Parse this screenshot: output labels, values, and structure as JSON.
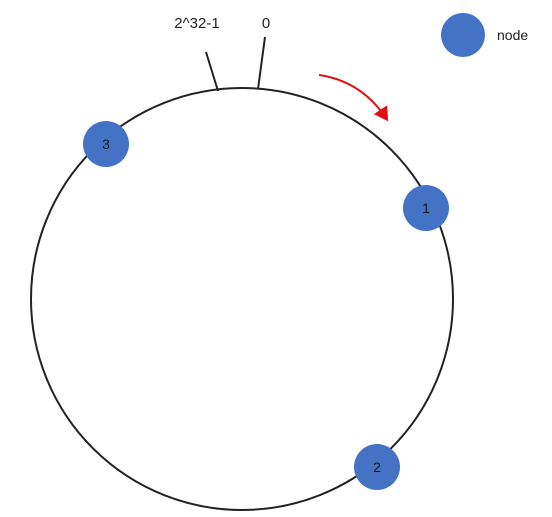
{
  "ring": {
    "max_label": "2^32-1",
    "zero_label": "0"
  },
  "legend": {
    "label": "node",
    "color": "#4472C4"
  },
  "nodes": [
    {
      "id": "1",
      "label": "1"
    },
    {
      "id": "2",
      "label": "2"
    },
    {
      "id": "3",
      "label": "3"
    }
  ],
  "colors": {
    "node_fill": "#4472C4",
    "ring_stroke": "#222222",
    "arrow": "#e01010"
  }
}
